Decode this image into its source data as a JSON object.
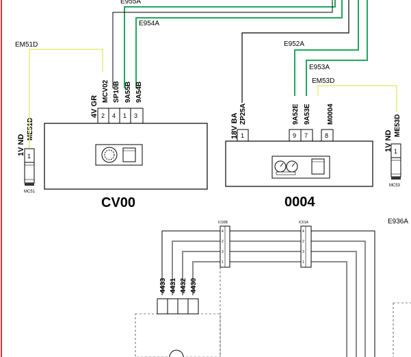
{
  "wires": {
    "e955a": "E955A",
    "e954a": "E954A",
    "em51d": "EM51D",
    "e952a": "E952A",
    "e953a": "E953A",
    "em53d": "EM53D",
    "e936a": "E936A"
  },
  "cv00": {
    "title": "CV00",
    "connector_spec": "4V GR",
    "wire_labels": [
      "MCV02",
      "SP10B",
      "9A55B",
      "9A54B"
    ],
    "pins": [
      "2",
      "4",
      "1",
      "3"
    ]
  },
  "unit_0004": {
    "title": "0004",
    "connector_spec": "18V BA",
    "wire_labels": [
      "ZP25A",
      "9A52E",
      "9A53E",
      "M0004"
    ],
    "pins": [
      "1",
      "9",
      "7",
      "8"
    ]
  },
  "mc51": {
    "connector_spec": "1V ND",
    "wire_label": "ME51D",
    "pin": "1",
    "label": "MC51"
  },
  "mc53": {
    "connector_spec": "1V ND",
    "wire_label": "ME53D",
    "pin": "1",
    "label": "MC53"
  },
  "splice_left": {
    "label": "IC93B",
    "pins": [
      "4",
      "2",
      "3",
      "1"
    ]
  },
  "splice_right": {
    "label": "IC01A",
    "pins": [
      "4",
      "2",
      "3",
      "1"
    ]
  },
  "bottom_connector": {
    "wire_labels": [
      "4433",
      "4431",
      "4432",
      "4430"
    ]
  },
  "colors": {
    "green_wire": "#1fa65a",
    "yellow_wire": "#e8e87a",
    "black_wire": "#000000",
    "gray_wire": "#8a8a8a",
    "border_red": "#e03030"
  }
}
